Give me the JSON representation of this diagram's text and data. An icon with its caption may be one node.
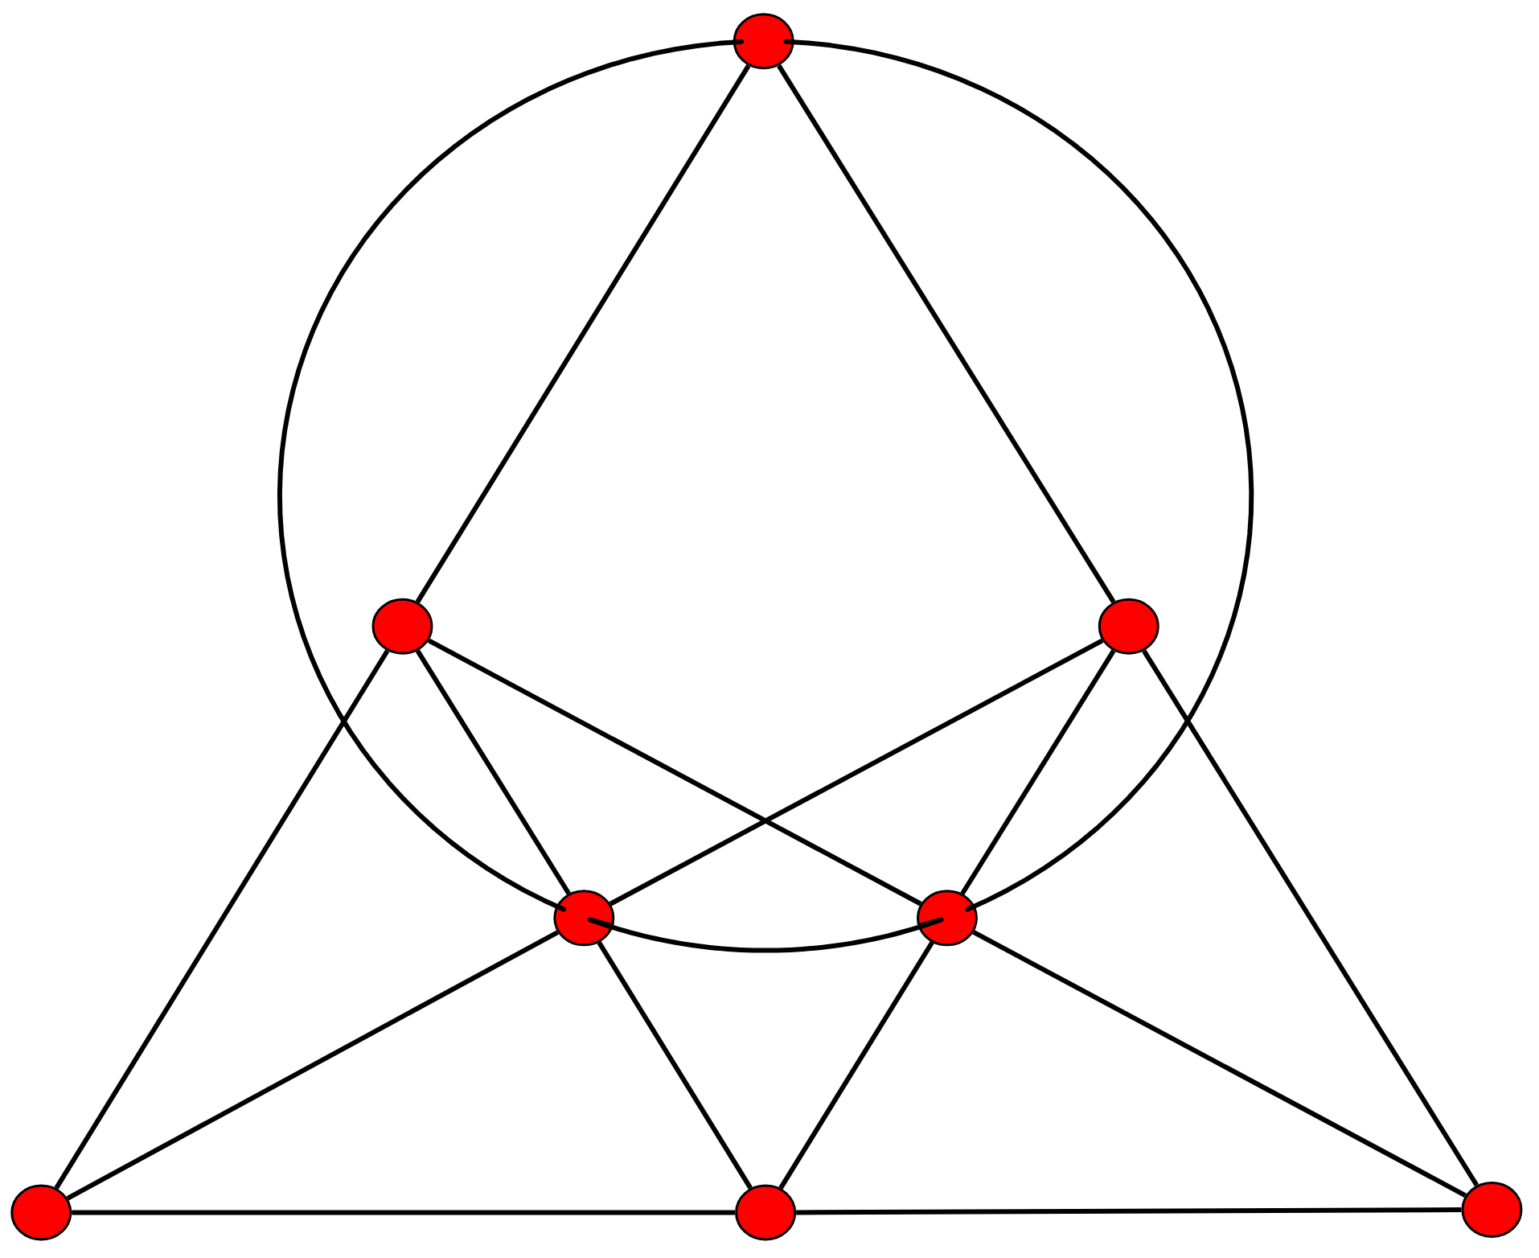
{
  "diagram": {
    "nodes": [
      {
        "text": [],
        "shape": "circle"
      },
      {
        "text": [],
        "shape": "circle"
      },
      {
        "text": [],
        "shape": "circle"
      },
      {
        "text": [],
        "shape": "circle"
      },
      {
        "text": [],
        "shape": "circle"
      },
      {
        "text": [],
        "shape": "circle"
      },
      {
        "text": [],
        "shape": "circle"
      },
      {
        "text": [],
        "shape": "circle"
      }
    ],
    "edges": [
      {
        "from": 0,
        "to": 1,
        "arrow": "none"
      },
      {
        "from": 1,
        "to": 5,
        "arrow": "none"
      },
      {
        "from": 0,
        "to": 2,
        "arrow": "none"
      },
      {
        "from": 2,
        "to": 7,
        "arrow": "none"
      },
      {
        "from": 1,
        "to": 3,
        "arrow": "none"
      },
      {
        "from": 3,
        "to": 6,
        "arrow": "none"
      },
      {
        "from": 1,
        "to": 4,
        "arrow": "none"
      },
      {
        "from": 4,
        "to": 7,
        "arrow": "none"
      },
      {
        "from": 2,
        "to": 3,
        "arrow": "none"
      },
      {
        "from": 3,
        "to": 5,
        "arrow": "none"
      },
      {
        "from": 2,
        "to": 4,
        "arrow": "none"
      },
      {
        "from": 4,
        "to": 6,
        "arrow": "none"
      },
      {
        "from": 5,
        "to": 6,
        "arrow": "none"
      },
      {
        "from": 6,
        "to": 7,
        "arrow": "none"
      },
      {
        "from": 0,
        "to": 3,
        "arrow": "none"
      },
      {
        "from": 3,
        "to": 4,
        "arrow": "none"
      },
      {
        "from": 4,
        "to": 0,
        "arrow": "none"
      }
    ]
  }
}
